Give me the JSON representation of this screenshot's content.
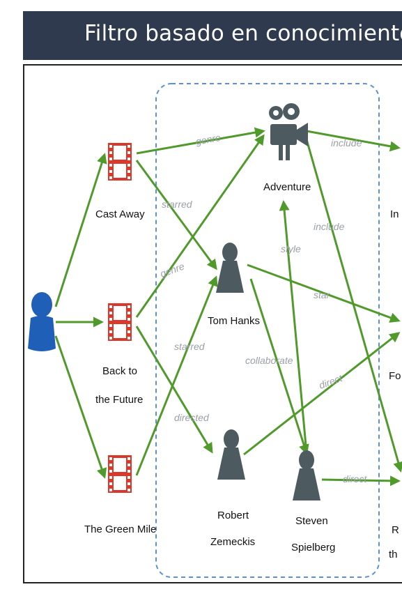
{
  "title": "Filtro basado en conocimiento",
  "colors": {
    "header_bg": "#2f3a4e",
    "edge": "#4f9a2a",
    "movie_icon": "#d9382b",
    "entity_icon": "#4d5a60",
    "user_icon": "#1f5fb8",
    "dashed_box": "#5b8fd8"
  },
  "nodes": {
    "cast_away": "Cast Away",
    "back_to_future_line1": "Back to",
    "back_to_future_line2": "the Future",
    "green_mile": "The Green Mile",
    "adventure": "Adventure",
    "tom_hanks": "Tom Hanks",
    "robert_line1": "Robert",
    "robert_line2": "Zemeckis",
    "steven_line1": "Steven",
    "steven_line2": "Spielberg",
    "right_1": "In",
    "right_2": "Fo",
    "right_3_line1": "R",
    "right_3_line2": "th"
  },
  "edges": {
    "genre_1": "genre",
    "starred_1": "starred",
    "genre_2": "genre",
    "starred_2": "starred",
    "directed": "directed",
    "include_1": "include",
    "include_2": "include",
    "style": "style",
    "star": "star",
    "collaborate": "collaborate",
    "direct_1": "direct",
    "direct_2": "direct"
  },
  "icons": {
    "user": "user-icon",
    "movie": "film-strip-icon",
    "camera": "movie-camera-icon",
    "person": "person-icon"
  }
}
